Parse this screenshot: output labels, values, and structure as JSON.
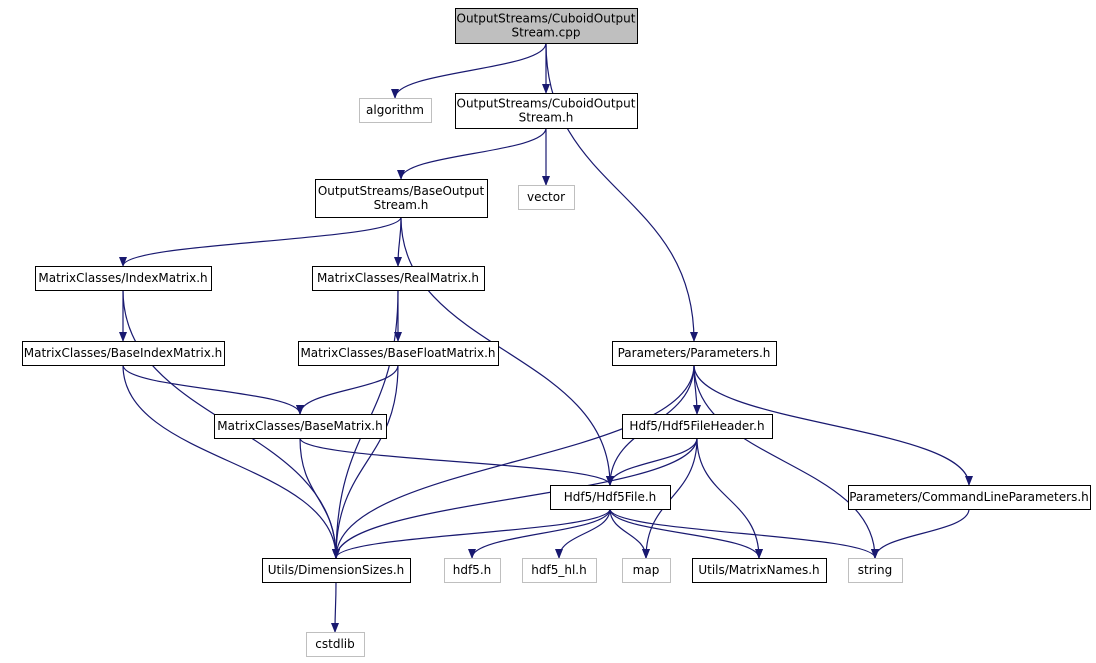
{
  "diagram": {
    "nodes": [
      {
        "id": "root",
        "lines": [
          "OutputStreams/CuboidOutput",
          "Stream.cpp"
        ],
        "kind": "root"
      },
      {
        "id": "algorithm",
        "lines": [
          "algorithm"
        ],
        "kind": "system"
      },
      {
        "id": "cos_h",
        "lines": [
          "OutputStreams/CuboidOutput",
          "Stream.h"
        ],
        "kind": "file"
      },
      {
        "id": "vector",
        "lines": [
          "vector"
        ],
        "kind": "system"
      },
      {
        "id": "bos_h",
        "lines": [
          "OutputStreams/BaseOutput",
          "Stream.h"
        ],
        "kind": "file"
      },
      {
        "id": "indexm",
        "lines": [
          "MatrixClasses/IndexMatrix.h"
        ],
        "kind": "file"
      },
      {
        "id": "realm",
        "lines": [
          "MatrixClasses/RealMatrix.h"
        ],
        "kind": "file"
      },
      {
        "id": "params",
        "lines": [
          "Parameters/Parameters.h"
        ],
        "kind": "file"
      },
      {
        "id": "bim",
        "lines": [
          "MatrixClasses/BaseIndexMatrix.h"
        ],
        "kind": "file"
      },
      {
        "id": "bfm",
        "lines": [
          "MatrixClasses/BaseFloatMatrix.h"
        ],
        "kind": "file"
      },
      {
        "id": "hfh",
        "lines": [
          "Hdf5/Hdf5FileHeader.h"
        ],
        "kind": "file"
      },
      {
        "id": "bm",
        "lines": [
          "MatrixClasses/BaseMatrix.h"
        ],
        "kind": "file"
      },
      {
        "id": "hf",
        "lines": [
          "Hdf5/Hdf5File.h"
        ],
        "kind": "file"
      },
      {
        "id": "clp",
        "lines": [
          "Parameters/CommandLineParameters.h"
        ],
        "kind": "file"
      },
      {
        "id": "dims",
        "lines": [
          "Utils/DimensionSizes.h"
        ],
        "kind": "file"
      },
      {
        "id": "hdf5",
        "lines": [
          "hdf5.h"
        ],
        "kind": "system"
      },
      {
        "id": "hdf5hl",
        "lines": [
          "hdf5_hl.h"
        ],
        "kind": "system"
      },
      {
        "id": "map",
        "lines": [
          "map"
        ],
        "kind": "system"
      },
      {
        "id": "mnames",
        "lines": [
          "Utils/MatrixNames.h"
        ],
        "kind": "file"
      },
      {
        "id": "string",
        "lines": [
          "string"
        ],
        "kind": "system"
      },
      {
        "id": "cstdlib",
        "lines": [
          "cstdlib"
        ],
        "kind": "system"
      }
    ],
    "edges": [
      [
        "root",
        "algorithm"
      ],
      [
        "root",
        "cos_h"
      ],
      [
        "root",
        "params"
      ],
      [
        "cos_h",
        "bos_h"
      ],
      [
        "cos_h",
        "vector"
      ],
      [
        "bos_h",
        "indexm"
      ],
      [
        "bos_h",
        "realm"
      ],
      [
        "bos_h",
        "hf"
      ],
      [
        "indexm",
        "bim"
      ],
      [
        "indexm",
        "dims"
      ],
      [
        "realm",
        "bfm"
      ],
      [
        "realm",
        "dims"
      ],
      [
        "bim",
        "bm"
      ],
      [
        "bim",
        "dims"
      ],
      [
        "bfm",
        "bm"
      ],
      [
        "bfm",
        "dims"
      ],
      [
        "bm",
        "hf"
      ],
      [
        "bm",
        "dims"
      ],
      [
        "params",
        "hfh"
      ],
      [
        "params",
        "hf"
      ],
      [
        "params",
        "dims"
      ],
      [
        "params",
        "clp"
      ],
      [
        "params",
        "string"
      ],
      [
        "hfh",
        "hf"
      ],
      [
        "hfh",
        "dims"
      ],
      [
        "hfh",
        "map"
      ],
      [
        "hfh",
        "mnames"
      ],
      [
        "hf",
        "dims"
      ],
      [
        "hf",
        "hdf5"
      ],
      [
        "hf",
        "hdf5hl"
      ],
      [
        "hf",
        "map"
      ],
      [
        "hf",
        "mnames"
      ],
      [
        "hf",
        "string"
      ],
      [
        "clp",
        "string"
      ],
      [
        "dims",
        "cstdlib"
      ]
    ],
    "colors": {
      "edge": "#191970",
      "root_fill": "#bfbfbf",
      "file_border": "#000000",
      "system_border": "#bfbfbf",
      "background": "#ffffff"
    }
  }
}
